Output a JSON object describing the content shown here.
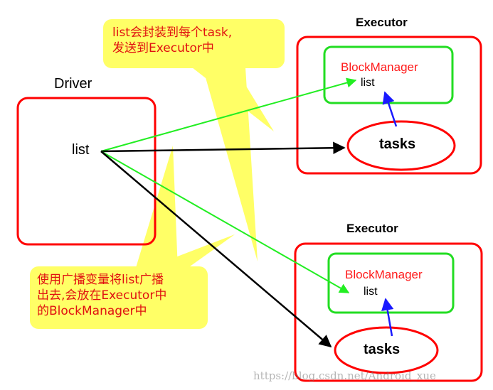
{
  "callouts": {
    "top_lines": [
      "list会封装到每个task,",
      "发送到Executor中"
    ],
    "bottom_lines": [
      "使用广播变量将list广播",
      "出去,会放在Executor中",
      "的BlockManager中"
    ]
  },
  "driver": {
    "title": "Driver",
    "list_label": "list"
  },
  "executors": [
    {
      "title": "Executor",
      "block_manager": "BlockManager",
      "list_label": "list",
      "tasks_label": "tasks"
    },
    {
      "title": "Executor",
      "block_manager": "BlockManager",
      "list_label": "list",
      "tasks_label": "tasks"
    }
  ],
  "watermark": "https://blog.csdn.net/Android_xue",
  "colors": {
    "box_border": "#ff0000",
    "block_manager_border": "#22dd22",
    "callout_fill": "#ffff66",
    "callout_text": "#e01010",
    "arrow_green": "#22ee22",
    "arrow_black": "#000000",
    "arrow_blue": "#1a1aff"
  }
}
